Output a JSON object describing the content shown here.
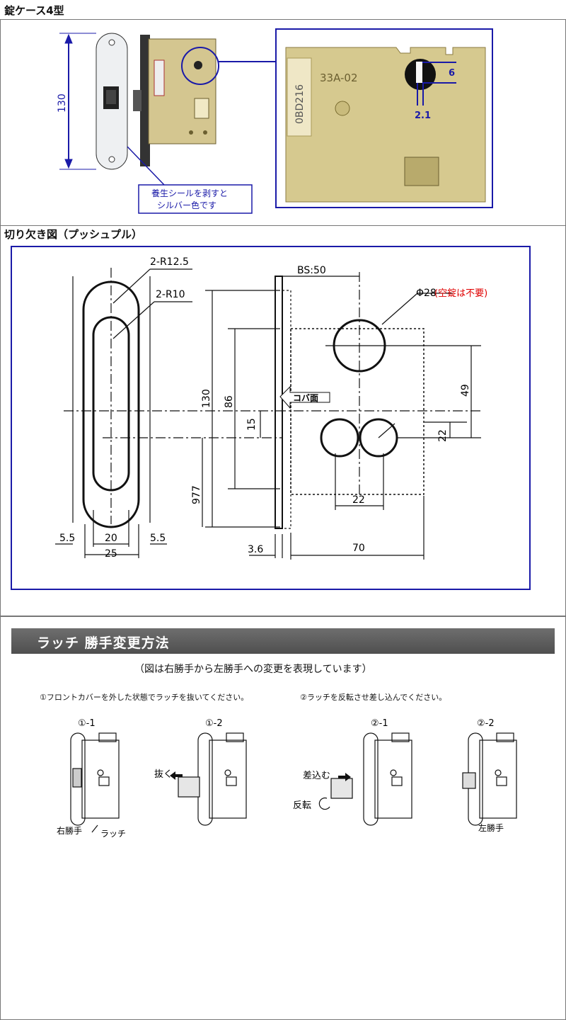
{
  "section1": {
    "title": "錠ケース4型",
    "dim_height": "130",
    "note_line1": "養生シールを剥すと",
    "note_line2": "シルバー色です",
    "photo_text1": "33A-02",
    "photo_text2": "0BD216",
    "dim_6": "6",
    "dim_2_1": "2.1"
  },
  "section2": {
    "title": "切り欠き図（プッシュプル）",
    "label_r12_5": "2-R12.5",
    "label_r10": "2-R10",
    "label_bs": "BS:50",
    "label_phi": "Φ28",
    "label_phi_note": "(空錠は不要)",
    "label_koba": "コバ面",
    "dim_130": "130",
    "dim_86": "86",
    "dim_15": "15",
    "dim_977": "977",
    "dim_49": "49",
    "dim_22v": "22",
    "dim_22h": "22",
    "dim_5_5_left": "5.5",
    "dim_5_5_right": "5.5",
    "dim_20": "20",
    "dim_25": "25",
    "dim_3_6": "3.6",
    "dim_70": "70"
  },
  "section3": {
    "banner": "ラッチ 勝手変更方法",
    "subtitle": "（図は右勝手から左勝手への変更を表現しています）",
    "step1": "①フロントカバーを外した状態でラッチを抜いてください。",
    "step2": "②ラッチを反転させ差し込んでください。",
    "fig1_label": "①-1",
    "fig2_label": "①-2",
    "fig3_label": "②-1",
    "fig4_label": "②-2",
    "right_hand": "右勝手",
    "latch": "ラッチ",
    "pull_out": "抜く",
    "insert": "差込む",
    "invert": "反転",
    "left_hand": "左勝手"
  },
  "colors": {
    "accent_blue": "#1a1aa8",
    "red": "#e00000",
    "banner_gray": "#5c5c5c"
  }
}
